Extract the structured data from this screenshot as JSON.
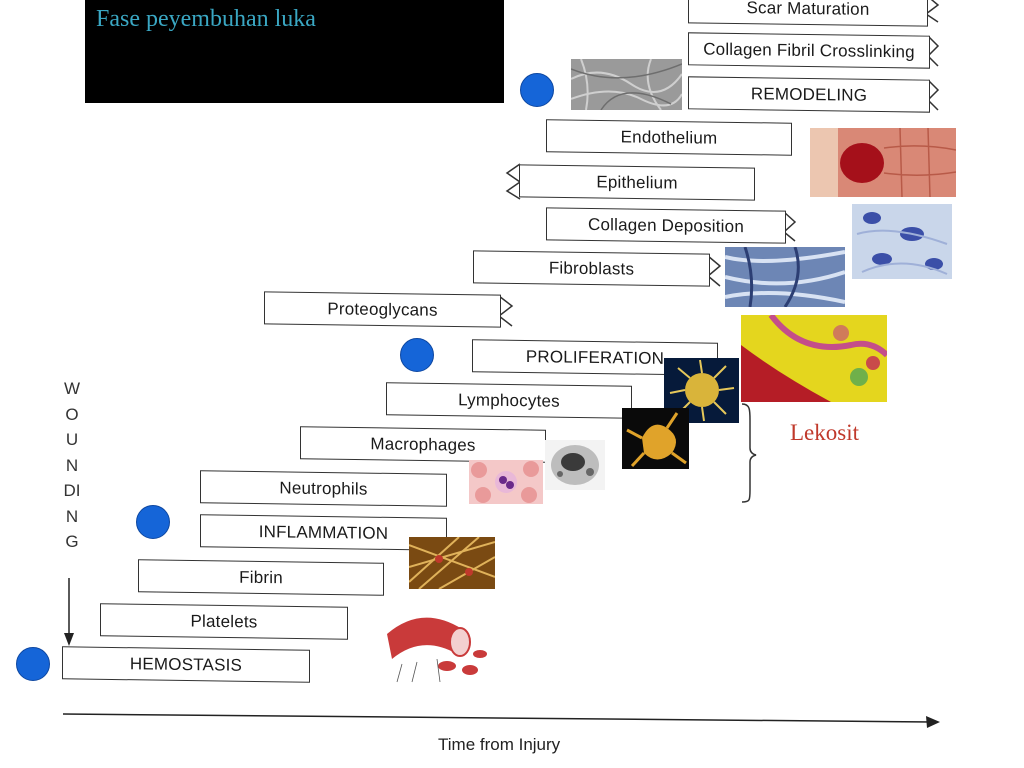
{
  "title": "Fase peyembuhan luka",
  "bars": {
    "scar_maturation": "Scar Maturation",
    "collagen_crosslinking": "Collagen Fibril Crosslinking",
    "remodeling": "REMODELING",
    "endothelium": "Endothelium",
    "epithelium": "Epithelium",
    "collagen_deposition": "Collagen Deposition",
    "fibroblasts": "Fibroblasts",
    "proteoglycans": "Proteoglycans",
    "proliferation": "PROLIFERATION",
    "lymphocytes": "Lymphocytes",
    "macrophages": "Macrophages",
    "neutrophils": "Neutrophils",
    "inflammation": "INFLAMMATION",
    "fibrin": "Fibrin",
    "platelets": "Platelets",
    "hemostasis": "HEMOSTASIS"
  },
  "vertical_axis_label": "WOUNDING",
  "horizontal_axis_label": "Time from Injury",
  "brace_label": "Lekosit",
  "colors": {
    "dot": "#1565d8",
    "title_text": "#3aa7c3",
    "brace_label": "#c0392b"
  }
}
